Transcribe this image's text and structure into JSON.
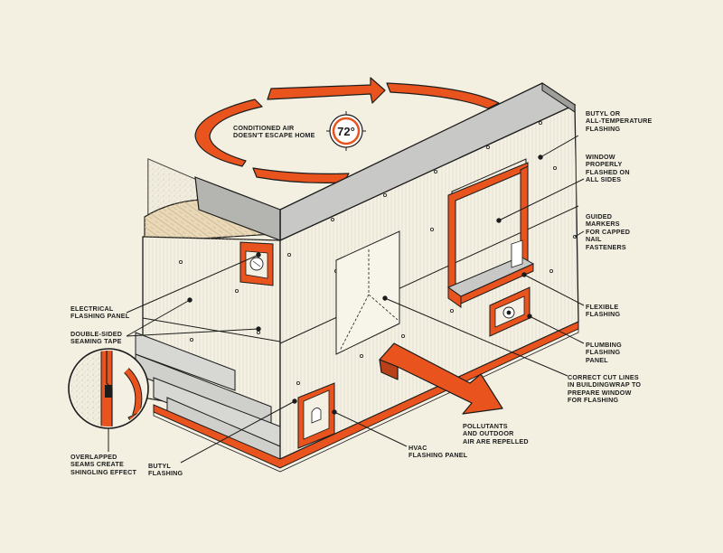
{
  "colors": {
    "background": "#f3f0e2",
    "accent_orange": "#e9541e",
    "wall_panel": "#f4f1e4",
    "roof_gray": "#bdbdbd",
    "wood_tan": "#ead9b8",
    "line_dark": "#1c1c1c"
  },
  "thermostat": {
    "temperature": "72°",
    "icon": "thermostat-icon"
  },
  "labels": {
    "conditioned_air": [
      "CONDITIONED AIR",
      "DOESN'T ESCAPE HOME"
    ],
    "butyl_all_temp": [
      "BUTYL OR",
      "ALL-TEMPERATURE",
      "FLASHING"
    ],
    "window_flashed": [
      "WINDOW",
      "PROPERLY",
      "FLASHED ON",
      "ALL SIDES"
    ],
    "guided_markers": [
      "GUIDED",
      "MARKERS",
      "FOR CAPPED",
      "NAIL",
      "FASTENERS"
    ],
    "flexible_flashing": [
      "FLEXIBLE",
      "FLASHING"
    ],
    "plumbing_panel": [
      "PLUMBING",
      "FLASHING",
      "PANEL"
    ],
    "correct_cut_lines": [
      "CORRECT CUT LINES",
      "IN BUILDINGWRAP TO",
      "PREPARE WINDOW",
      "FOR FLASHING"
    ],
    "pollutants": [
      "POLLUTANTS",
      "AND OUTDOOR",
      "AIR ARE REPELLED"
    ],
    "hvac_panel": [
      "HVAC",
      "FLASHING PANEL"
    ],
    "butyl_flashing": [
      "BUTYL",
      "FLASHING"
    ],
    "overlapped_seams": [
      "OVERLAPPED",
      "SEAMS CREATE",
      "SHINGLING EFFECT"
    ],
    "double_sided_tape": [
      "DOUBLE-SIDED",
      "SEAMING TAPE"
    ],
    "electrical_panel": [
      "ELECTRICAL",
      "FLASHING PANEL"
    ]
  }
}
